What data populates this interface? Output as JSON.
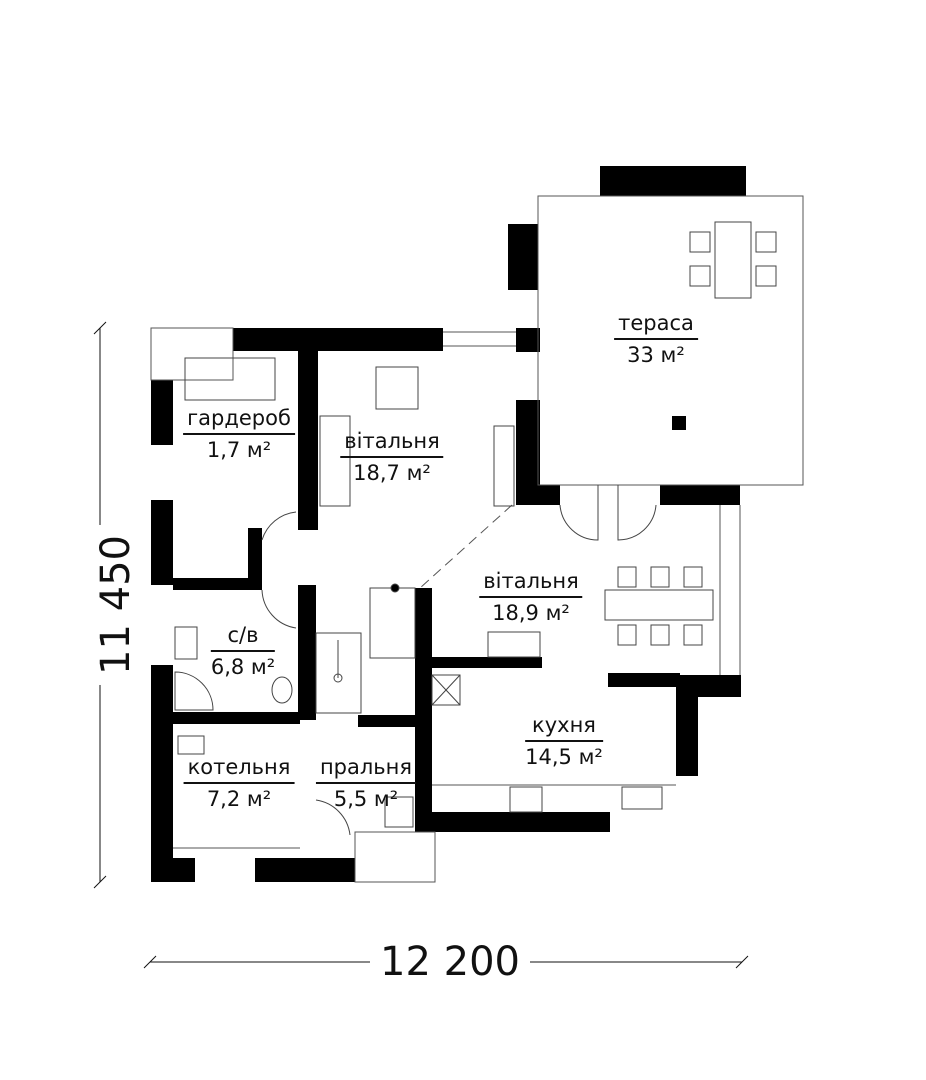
{
  "rooms": [
    {
      "name": "тераса",
      "area": "33 м²"
    },
    {
      "name": "гардероб",
      "area": "1,7 м²"
    },
    {
      "name": "вітальня",
      "area": "18,7 м²"
    },
    {
      "name": "вітальня",
      "area": "18,9 м²"
    },
    {
      "name": "с/в",
      "area": "6,8 м²"
    },
    {
      "name": "кухня",
      "area": "14,5 м²"
    },
    {
      "name": "котельня",
      "area": "7,2 м²"
    },
    {
      "name": "пральня",
      "area": "5,5 м²"
    }
  ],
  "dimensions": {
    "height": "11 450",
    "width": "12 200"
  },
  "colors": {
    "wall": "#000000",
    "line": "#555555"
  }
}
